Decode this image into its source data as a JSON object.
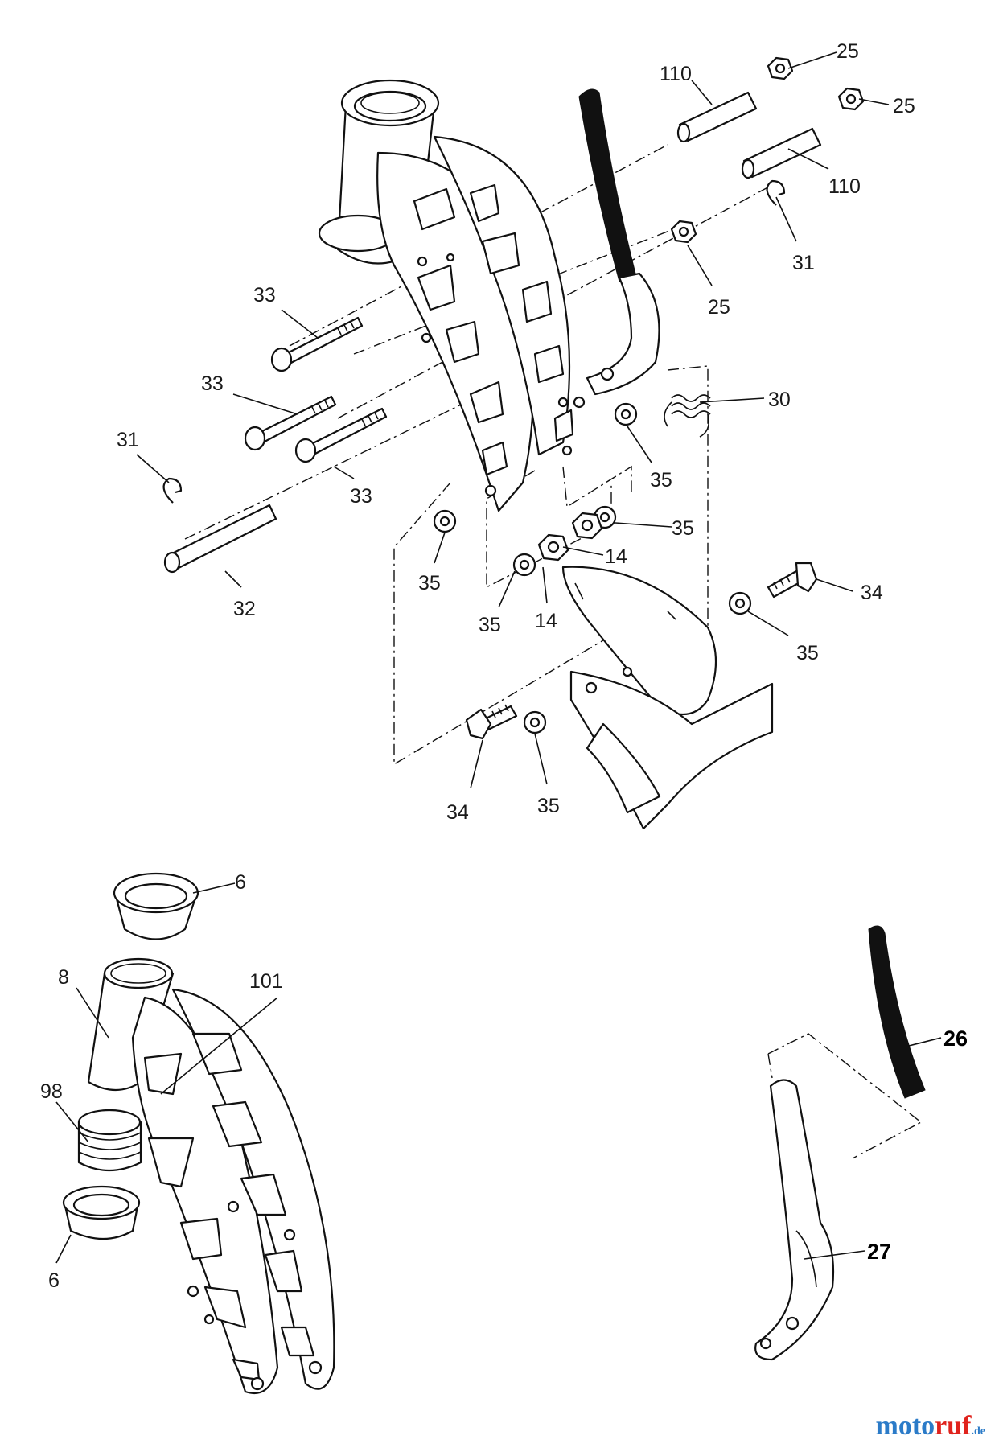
{
  "labels": {
    "l110a": "110",
    "l110b": "110",
    "l25a": "25",
    "l25b": "25",
    "l25c": "25",
    "l31a": "31",
    "l31b": "31",
    "l33a": "33",
    "l33b": "33",
    "l33c": "33",
    "l30": "30",
    "l35a": "35",
    "l35b": "35",
    "l35c": "35",
    "l35d": "35",
    "l35e": "35",
    "l35f": "35",
    "l14a": "14",
    "l14b": "14",
    "l34a": "34",
    "l34b": "34",
    "l32": "32",
    "l6a": "6",
    "l6b": "6",
    "l8": "8",
    "l101": "101",
    "l98": "98",
    "l26": "26",
    "l27": "27"
  },
  "watermark": {
    "brand_a": "moto",
    "brand_b": "ruf",
    "tld": ".de"
  }
}
